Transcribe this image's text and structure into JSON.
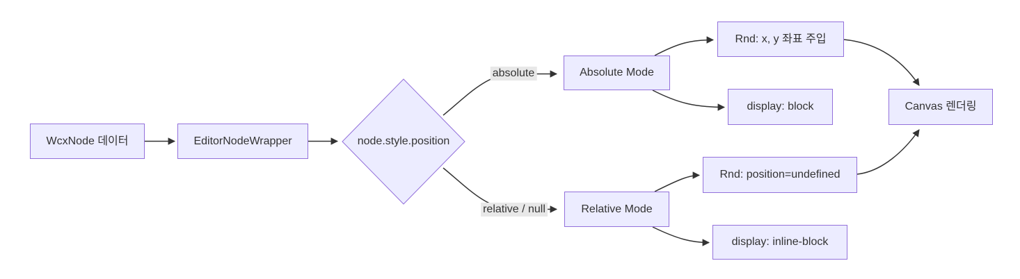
{
  "diagram": {
    "type": "flowchart",
    "direction": "left-to-right",
    "colors": {
      "node_fill": "#ECECFF",
      "node_border": "#9370DB",
      "edge": "#333333",
      "text": "#333333",
      "edge_label_bg": "#e8e8e8",
      "background": "#ffffff",
      "background_dot": "#eeeeee"
    },
    "nodes": {
      "wcxnode": {
        "label": "WcxNode 데이터",
        "shape": "rect"
      },
      "editor_node_wrapper": {
        "label": "EditorNodeWrapper",
        "shape": "rect"
      },
      "decision": {
        "label": "node.style.position",
        "shape": "diamond"
      },
      "absolute_mode": {
        "label": "Absolute Mode",
        "shape": "rect"
      },
      "rnd_xy": {
        "label": "Rnd: x, y 좌표 주입",
        "shape": "rect"
      },
      "display_block": {
        "label": "display: block",
        "shape": "rect"
      },
      "relative_mode": {
        "label": "Relative Mode",
        "shape": "rect"
      },
      "rnd_position_undefined": {
        "label": "Rnd: position=undefined",
        "shape": "rect"
      },
      "display_inline_block": {
        "label": "display: inline-block",
        "shape": "rect"
      },
      "canvas_render": {
        "label": "Canvas 렌더링",
        "shape": "rect"
      }
    },
    "edge_labels": {
      "absolute": "absolute",
      "relative_null": "relative / null"
    },
    "edges": [
      {
        "from": "wcxnode",
        "to": "editor_node_wrapper",
        "label": ""
      },
      {
        "from": "editor_node_wrapper",
        "to": "decision",
        "label": ""
      },
      {
        "from": "decision",
        "to": "absolute_mode",
        "label": "absolute"
      },
      {
        "from": "decision",
        "to": "relative_mode",
        "label": "relative / null"
      },
      {
        "from": "absolute_mode",
        "to": "rnd_xy",
        "label": ""
      },
      {
        "from": "absolute_mode",
        "to": "display_block",
        "label": ""
      },
      {
        "from": "relative_mode",
        "to": "rnd_position_undefined",
        "label": ""
      },
      {
        "from": "relative_mode",
        "to": "display_inline_block",
        "label": ""
      },
      {
        "from": "rnd_xy",
        "to": "canvas_render",
        "label": ""
      },
      {
        "from": "rnd_position_undefined",
        "to": "canvas_render",
        "label": ""
      }
    ]
  }
}
